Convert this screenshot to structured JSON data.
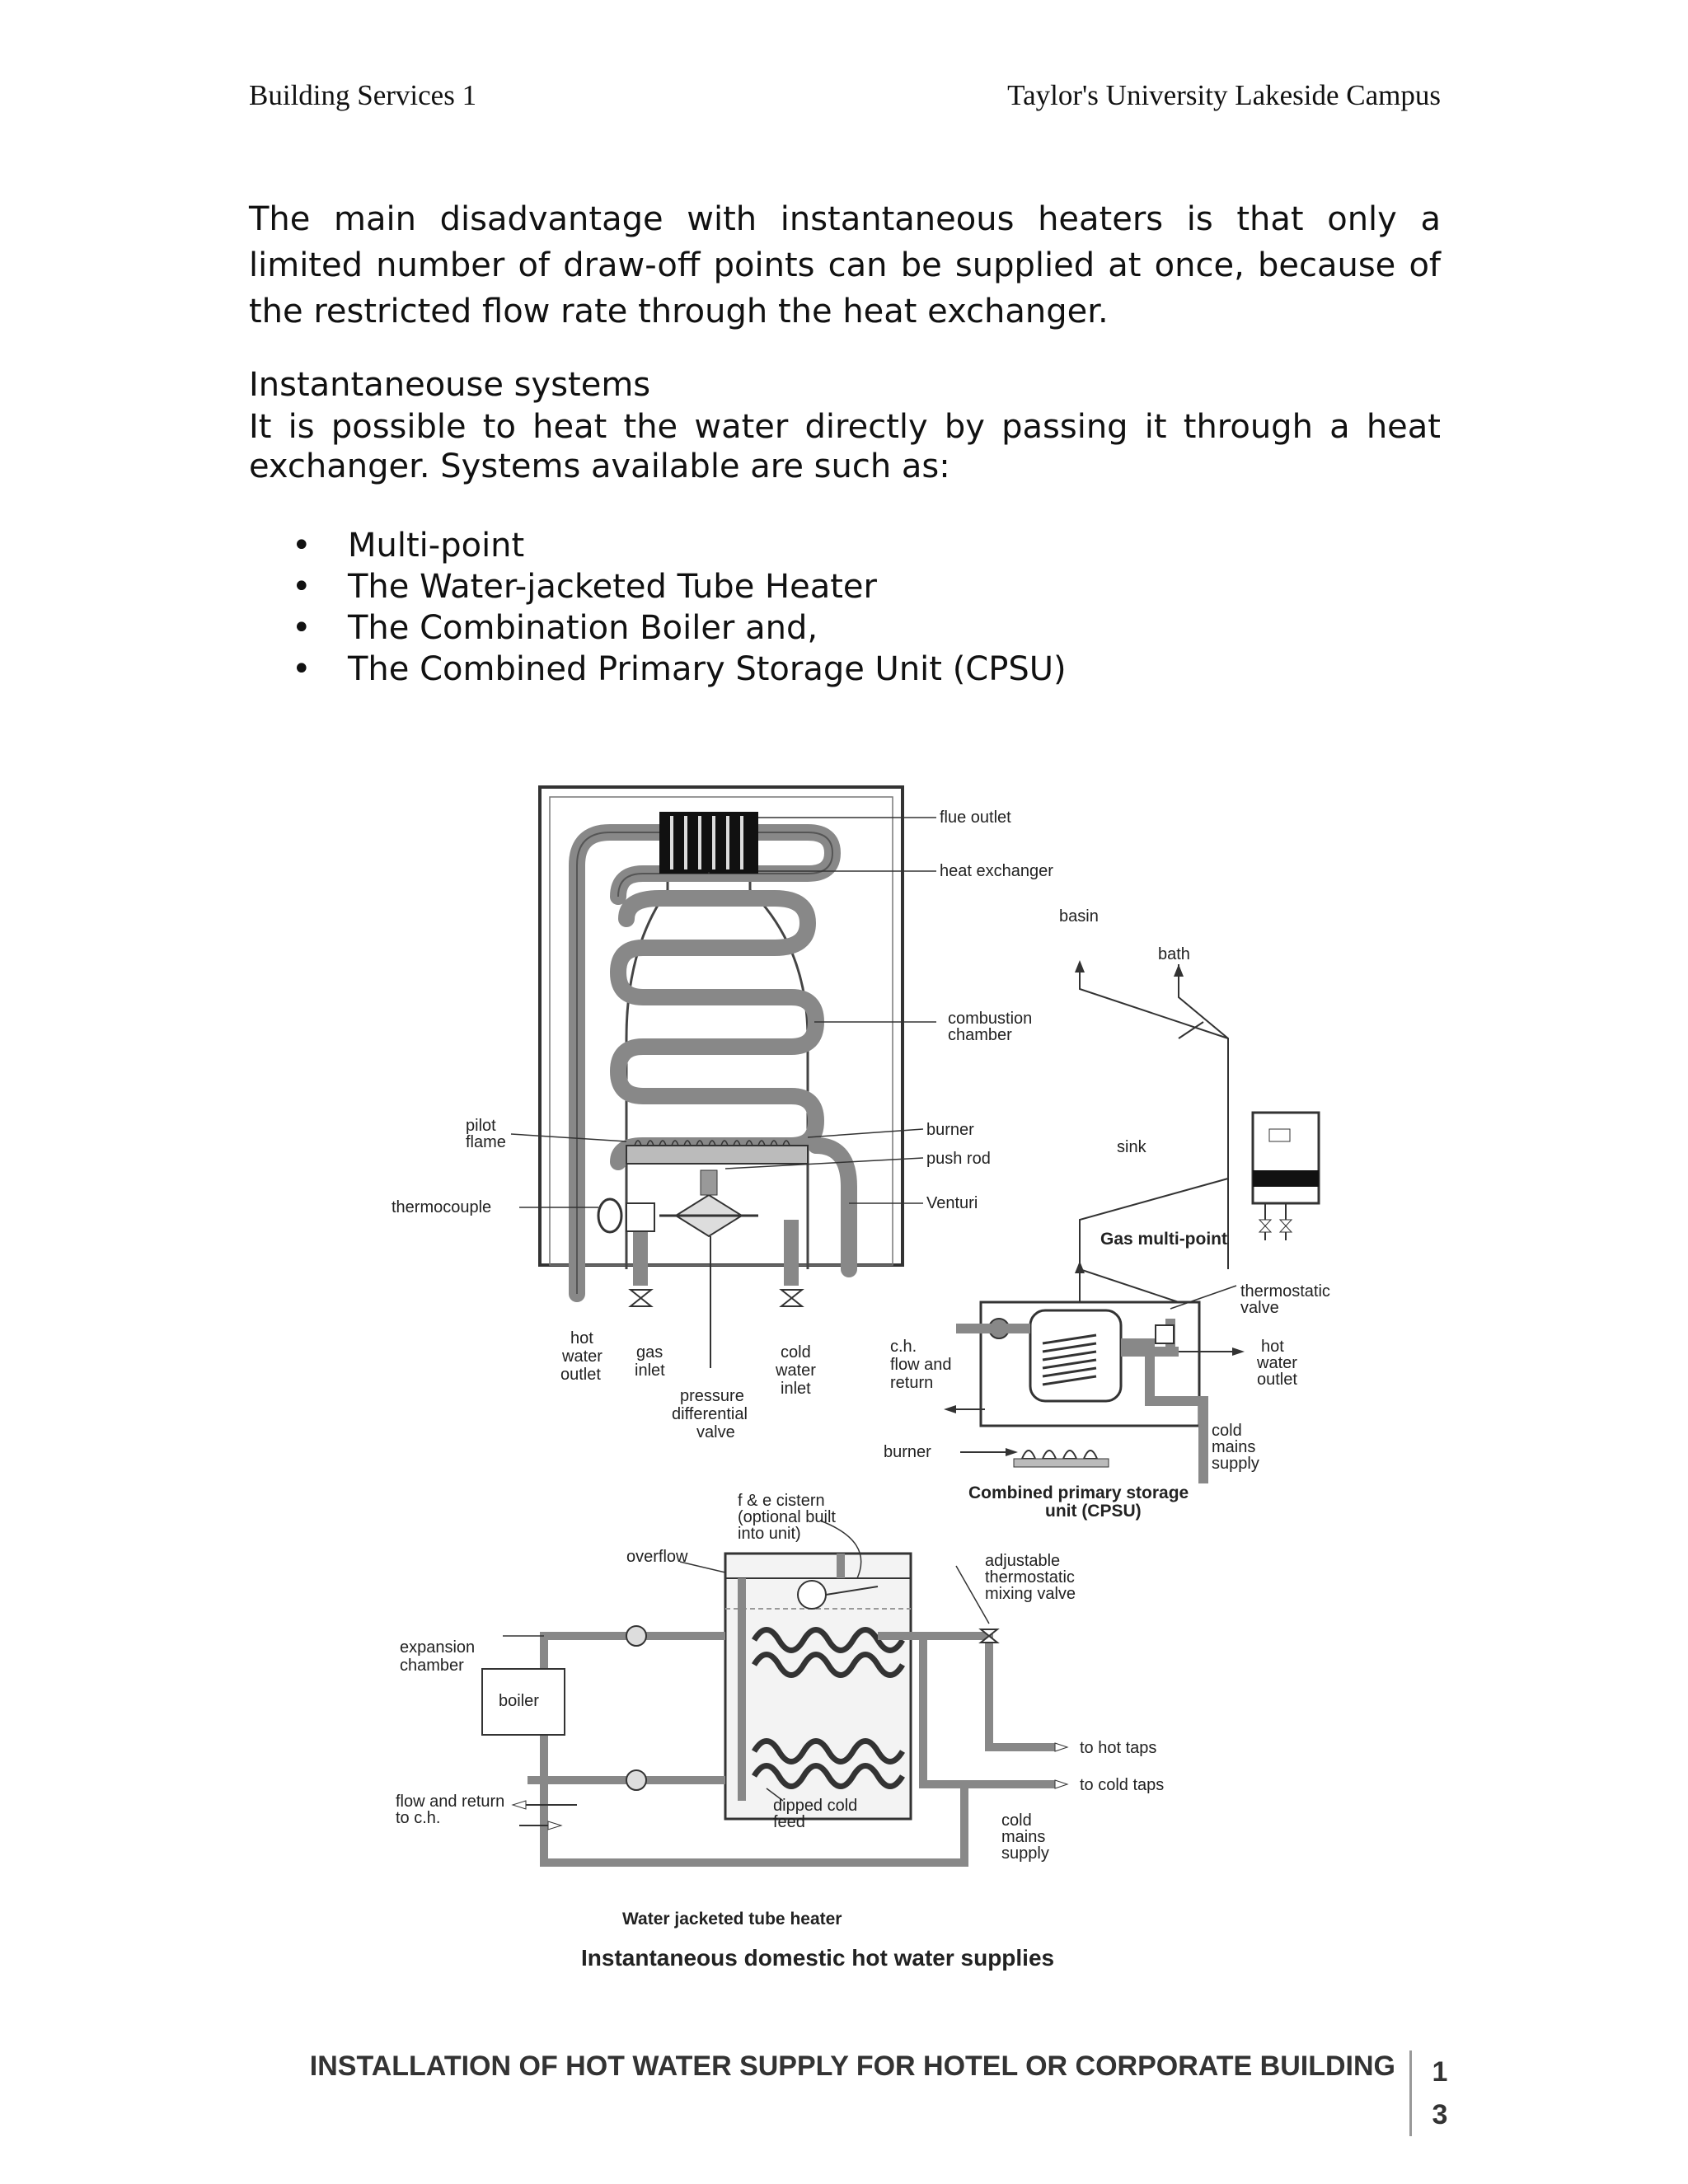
{
  "header": {
    "left": "Building Services 1",
    "right": "Taylor's University Lakeside Campus"
  },
  "body": {
    "para1": "The main disadvantage with instantaneous heaters is that only a limited number of draw-off points can be supplied at once, because of the restricted flow rate through the heat exchanger.",
    "section_title": "Instantaneouse systems",
    "para2": "It is possible to heat the water directly by passing it through a heat exchanger. Systems available are such as:",
    "bullets": [
      "Multi-point",
      "The Water-jacketed Tube Heater",
      "The Combination Boiler and,",
      "The Combined Primary Storage Unit (CPSU)"
    ]
  },
  "figure": {
    "multipoint": {
      "flue_outlet": "flue outlet",
      "heat_exchanger": "heat exchanger",
      "combustion_1": "combustion",
      "combustion_2": "chamber",
      "burner": "burner",
      "push_rod": "push rod",
      "venturi": "Venturi",
      "pilot_1": "pilot",
      "pilot_2": "flame",
      "thermocouple": "thermocouple",
      "hot_1": "hot",
      "hot_2": "water",
      "hot_3": "outlet",
      "gas_1": "gas",
      "gas_2": "inlet",
      "cold_1": "cold",
      "cold_2": "water",
      "cold_3": "inlet",
      "pdv_1": "pressure",
      "pdv_2": "differential",
      "pdv_3": "valve"
    },
    "gas_multipoint": {
      "basin": "basin",
      "bath": "bath",
      "sink": "sink",
      "title": "Gas multi-point"
    },
    "cpsu": {
      "thermo_1": "thermostatic",
      "thermo_2": "valve",
      "ch_1": "c.h.",
      "ch_2": "flow and",
      "ch_3": "return",
      "hot_1": "hot",
      "hot_2": "water",
      "hot_3": "outlet",
      "burner": "burner",
      "cold_1": "cold",
      "cold_2": "mains",
      "cold_3": "supply",
      "title_1": "Combined primary storage",
      "title_2": "unit (CPSU)"
    },
    "wjth": {
      "cistern_1": "f & e cistern",
      "cistern_2": "(optional built",
      "cistern_3": "into unit)",
      "overflow": "overflow",
      "mix_1": "adjustable",
      "mix_2": "thermostatic",
      "mix_3": "mixing valve",
      "expansion_1": "expansion",
      "expansion_2": "chamber",
      "boiler": "boiler",
      "hot_taps": "to hot taps",
      "cold_taps": "to cold taps",
      "dipped_1": "dipped cold",
      "dipped_2": "feed",
      "flow_1": "flow and return",
      "flow_2": "to c.h.",
      "cold_1": "cold",
      "cold_2": "mains",
      "cold_3": "supply",
      "title": "Water jacketed tube heater"
    },
    "caption": "Instantaneous domestic hot water supplies"
  },
  "footer": {
    "title": "INSTALLATION OF HOT WATER SUPPLY FOR HOTEL OR CORPORATE BUILDING",
    "page_1": "1",
    "page_2": "3"
  }
}
